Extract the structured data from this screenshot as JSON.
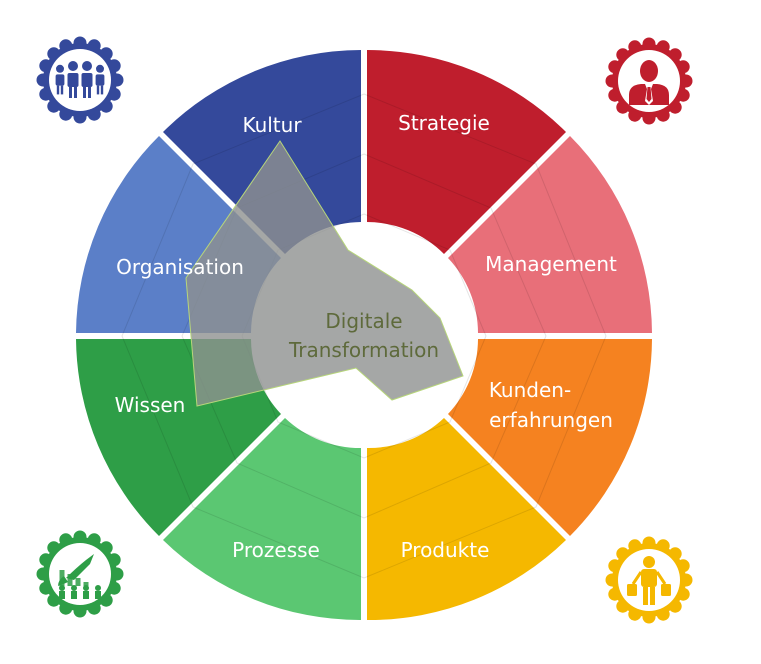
{
  "center": {
    "line1": "Digitale",
    "line2": "Transformation"
  },
  "segments": [
    {
      "id": "kultur",
      "label": "Kultur",
      "color": "#34499b"
    },
    {
      "id": "strategie",
      "label": "Strategie",
      "color": "#bf1e2d"
    },
    {
      "id": "management",
      "label": "Management",
      "color": "#e86f79"
    },
    {
      "id": "kundenerfahrungen",
      "label_line1": "Kunden-",
      "label_line2": "erfahrungen",
      "color": "#f58220"
    },
    {
      "id": "produkte",
      "label": "Produkte",
      "color": "#f5b800"
    },
    {
      "id": "prozesse",
      "label": "Prozesse",
      "color": "#5bc772"
    },
    {
      "id": "wissen",
      "label": "Wissen",
      "color": "#2e9e47"
    },
    {
      "id": "organisation",
      "label": "Organisation",
      "color": "#5b7fc8"
    }
  ],
  "corner_icons": [
    {
      "name": "team-people-icon",
      "color": "#34499b"
    },
    {
      "name": "businessman-icon",
      "color": "#bf1e2d"
    },
    {
      "name": "rocket-growth-icon",
      "color": "#2e9e47"
    },
    {
      "name": "customer-shopping-icon",
      "color": "#f5b800"
    }
  ],
  "overlay": {
    "fill": "#8e9190",
    "stroke": "#b7d67a"
  }
}
